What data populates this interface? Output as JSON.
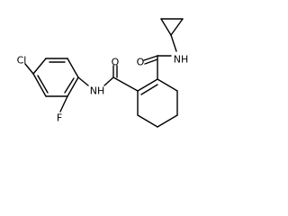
{
  "structure": {
    "atoms": {
      "chlorine": "Cl",
      "fluorine": "F",
      "amide_nitrogen_left": "NH",
      "amide_oxygen_left": "O",
      "amide_oxygen_right": "O",
      "amide_nitrogen_right": "NH"
    }
  }
}
